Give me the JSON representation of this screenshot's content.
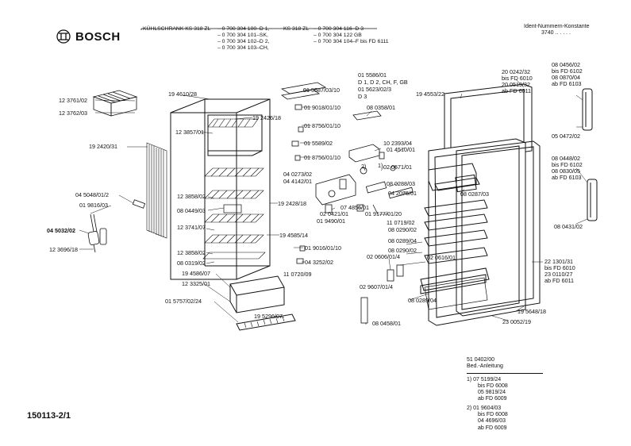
{
  "header": {
    "brand": "BOSCH",
    "model_col1": [
      "KÜHLSCHRANK  KS 318 ZL",
      "",
      "",
      ""
    ],
    "model_col2": [
      "– 0 700 304 100–D 1,",
      "– 0 700 304 101–SK,",
      "– 0 700 304 102–D 2,",
      "– 0 700 304 103–CH,"
    ],
    "model_col3": [
      "KS 318 ZL",
      "",
      "",
      ""
    ],
    "model_col4": [
      "– 0 700 304 116–D 3",
      "– 0 700 304 122  GB",
      "– 0 700 304 104–F     bis FD 6111",
      ""
    ],
    "ident_title": "Ident-Nummern-Konstante",
    "ident_value": "3740  ..  . . . ."
  },
  "labels": [
    {
      "id": "l1",
      "text": "12 3761/02"
    },
    {
      "id": "l2",
      "text": "12 3762/03"
    },
    {
      "id": "l3",
      "text": "19 2420/31"
    },
    {
      "id": "l4",
      "text": "19 4610/28"
    },
    {
      "id": "l5",
      "text": "12 3857/01"
    },
    {
      "id": "l6",
      "text": "19 2426/18"
    },
    {
      "id": "l7",
      "text": "04 5048/01/2"
    },
    {
      "id": "l8",
      "text": "01 9816/03"
    },
    {
      "id": "l9",
      "text": "04 5032/02"
    },
    {
      "id": "l10",
      "text": "12 3696/18"
    },
    {
      "id": "l11",
      "text": "12 3858/02"
    },
    {
      "id": "l12",
      "text": "08 0449/03"
    },
    {
      "id": "l13",
      "text": "12 3741/07"
    },
    {
      "id": "l14",
      "text": "12 3858/02"
    },
    {
      "id": "l15",
      "text": "08 0319/02"
    },
    {
      "id": "l16",
      "text": "19 4586/07"
    },
    {
      "id": "l17",
      "text": "12 3325/01"
    },
    {
      "id": "l18",
      "text": "01 5757/02/24"
    },
    {
      "id": "l19",
      "text": "19 5296/07"
    },
    {
      "id": "l20",
      "text": "01 5587/03/10"
    },
    {
      "id": "l21",
      "text": "01 5586/01"
    },
    {
      "id": "l22",
      "text": "D 1, D 2, CH, F, GB"
    },
    {
      "id": "l23",
      "text": "01 5623/02/3"
    },
    {
      "id": "l24",
      "text": "D 3"
    },
    {
      "id": "l25",
      "text": "01 9018/01/10"
    },
    {
      "id": "l26",
      "text": "08 0358/01"
    },
    {
      "id": "l27",
      "text": "01 8756/01/10"
    },
    {
      "id": "l28",
      "text": "01 5589/02"
    },
    {
      "id": "l29",
      "text": "10 2393/04"
    },
    {
      "id": "l30",
      "text": "01 4510/01"
    },
    {
      "id": "l31",
      "text": "01 8756/01/10"
    },
    {
      "id": "l32",
      "text": "02 0571/01"
    },
    {
      "id": "l33",
      "text": "04 0273/02"
    },
    {
      "id": "l34",
      "text": "04 4142/01"
    },
    {
      "id": "l35",
      "text": "2)"
    },
    {
      "id": "l36",
      "text": "1)"
    },
    {
      "id": "l37",
      "text": "08 0288/03"
    },
    {
      "id": "l38",
      "text": "04 2076/01"
    },
    {
      "id": "l39",
      "text": "19 2428/18"
    },
    {
      "id": "l40",
      "text": "07 4856/01"
    },
    {
      "id": "l41",
      "text": "02 0421/01"
    },
    {
      "id": "l42",
      "text": "01 9490/01"
    },
    {
      "id": "l43",
      "text": "01 9177/01/20"
    },
    {
      "id": "l44",
      "text": "11 0719/02"
    },
    {
      "id": "l45",
      "text": "19 4585/14"
    },
    {
      "id": "l46",
      "text": "01 9016/01/10"
    },
    {
      "id": "l47",
      "text": "04 3252/02"
    },
    {
      "id": "l48",
      "text": "11 0720/09"
    },
    {
      "id": "l49",
      "text": "08 0289/04"
    },
    {
      "id": "l50",
      "text": "08 0290/02"
    },
    {
      "id": "l51",
      "text": "02 0606/01/4"
    },
    {
      "id": "l52",
      "text": "02 0616/01"
    },
    {
      "id": "l53",
      "text": "02 9607/01/4"
    },
    {
      "id": "l54",
      "text": "08 0458/01"
    },
    {
      "id": "l55",
      "text": "08 0289/04"
    },
    {
      "id": "l56",
      "text": "19 4553/22"
    },
    {
      "id": "l57",
      "text": "20 0242/32"
    },
    {
      "id": "l58",
      "text": "bis FD 6010"
    },
    {
      "id": "l59",
      "text": "20 0519/32"
    },
    {
      "id": "l60",
      "text": "ab FD 6011"
    },
    {
      "id": "l61",
      "text": "08 0287/03"
    },
    {
      "id": "l62",
      "text": "08 0290/02"
    },
    {
      "id": "l63",
      "text": "22 1301/31"
    },
    {
      "id": "l64",
      "text": "bis FD 6010"
    },
    {
      "id": "l65",
      "text": "23 0110/27"
    },
    {
      "id": "l66",
      "text": "ab FD 6011"
    },
    {
      "id": "l67",
      "text": "19 5648/18"
    },
    {
      "id": "l68",
      "text": "23 0052/19"
    },
    {
      "id": "l69",
      "text": "08 0456/02"
    },
    {
      "id": "l70",
      "text": "bis FD 6102"
    },
    {
      "id": "l71",
      "text": "08 0870/04"
    },
    {
      "id": "l72",
      "text": "ab FD 6103"
    },
    {
      "id": "l73",
      "text": "05 0472/02"
    },
    {
      "id": "l74",
      "text": "08 0448/02"
    },
    {
      "id": "l75",
      "text": "bis FD 6102"
    },
    {
      "id": "l76",
      "text": "08 0830/05"
    },
    {
      "id": "l77",
      "text": "ab FD 6103"
    },
    {
      "id": "l78",
      "text": "08 0431/02"
    }
  ],
  "notes": {
    "manual": [
      "51 0402/00",
      "Bed.-Anleitung"
    ],
    "note1": [
      "1)  07 5199/24",
      "bis FD 6008",
      "05 9819/24",
      "ab FD 6009"
    ],
    "note2": [
      "2)  01 9604/03",
      "bis FD 6008",
      "04 4696/03",
      "ab FD 6009"
    ]
  },
  "footer": "150113-2/1"
}
